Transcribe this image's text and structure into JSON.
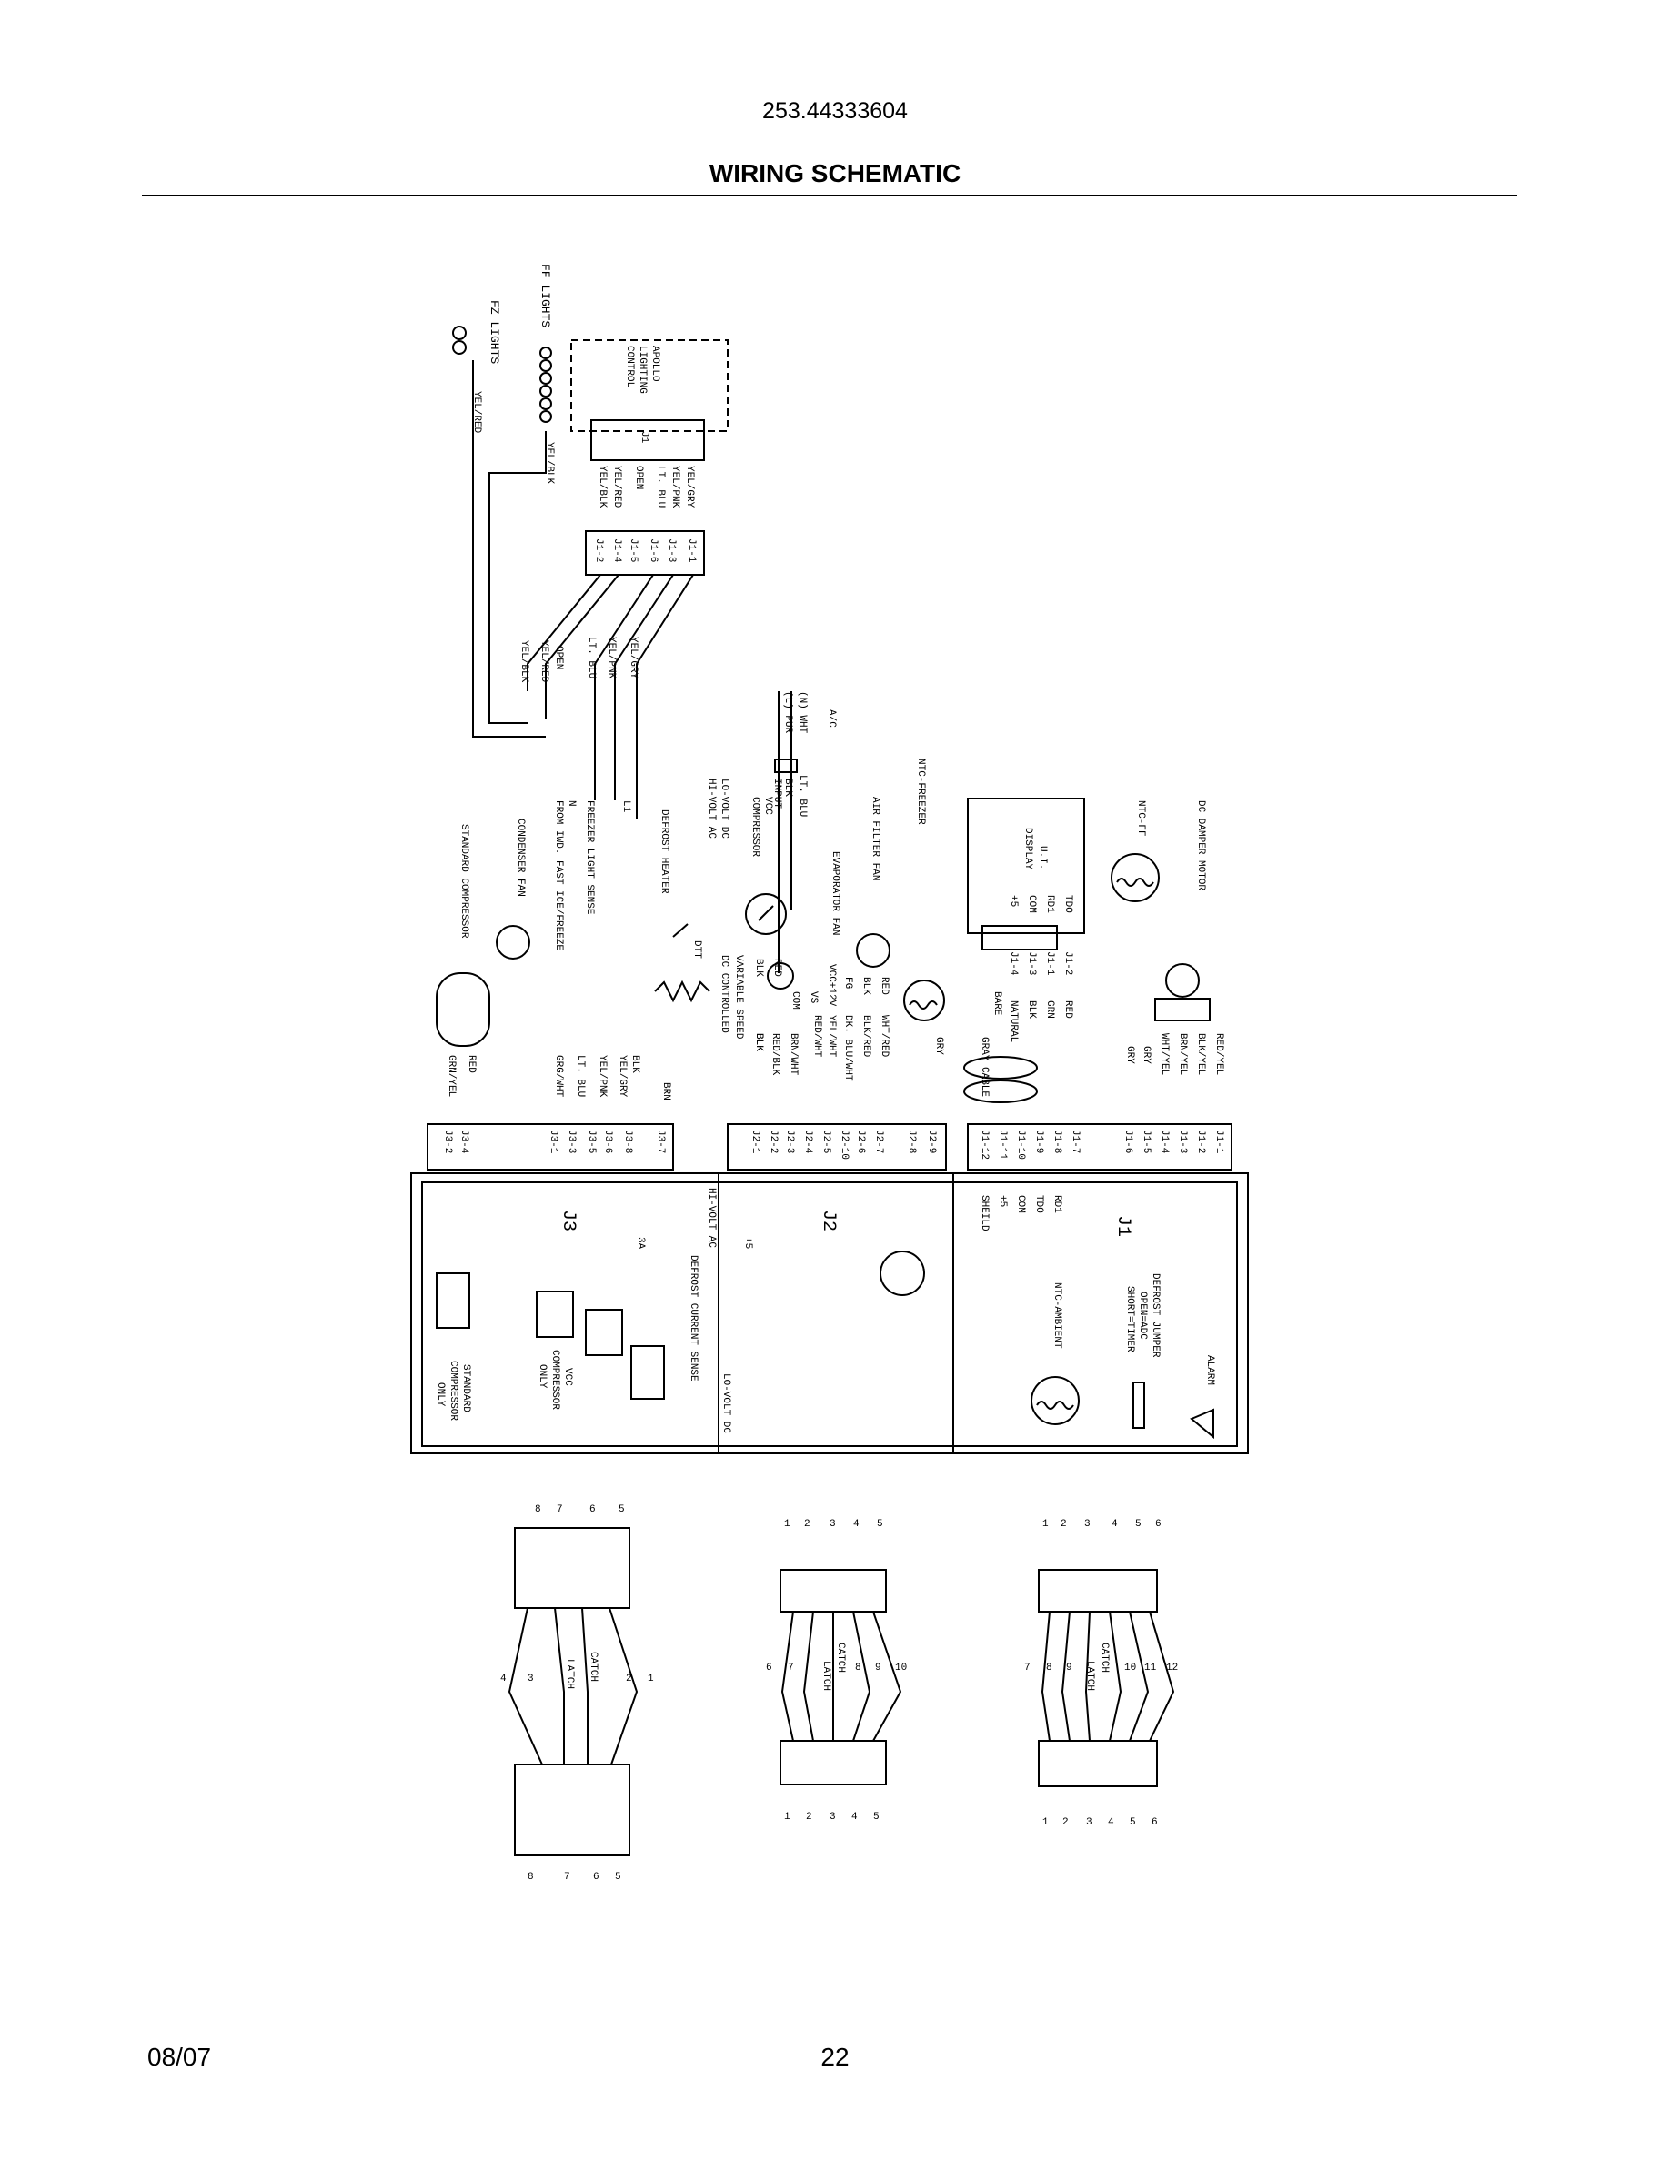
{
  "header": {
    "model_number": "253.44333604",
    "title": "WIRING SCHEMATIC"
  },
  "footer": {
    "date": "08/07",
    "page": "22"
  },
  "lights": {
    "ff": "FF LIGHTS",
    "fz": "FZ LIGHTS",
    "apollo": [
      "APOLLO",
      "LIGHTING",
      "CONTROL"
    ],
    "j1": "J1",
    "wires": [
      "YEL/GRY",
      "YEL/PNK",
      "LT. BLU",
      "OPEN",
      "YEL/RED",
      "YEL/BLK"
    ],
    "pins": [
      "J1-1",
      "J1-3",
      "J1-6",
      "J1-5",
      "J1-4",
      "J1-2"
    ],
    "fz_wire": "YEL/RED",
    "ff_wire": "YEL/BLK",
    "mid_wires": [
      "YEL/GRY",
      "YEL/PNK",
      "LT. BLU",
      "OPEN",
      "YEL/RED",
      "YEL/BLK"
    ]
  },
  "power": {
    "ac": "A/C",
    "n": "(N) WHT",
    "l": "(L) PUR",
    "ltblu": "LT. BLU",
    "blk_input": [
      "BLK",
      "INPUT"
    ],
    "lo_volt": "LO-VOLT DC",
    "hi_volt": "HI-VOLT AC"
  },
  "components": {
    "ntc_freezer": "NTC-FREEZER",
    "air_filter_fan": "AIR FILTER FAN",
    "evaporator_fan": "EVAPORATOR FAN",
    "vcc_compressor": [
      "VCC",
      "COMPRESSOR"
    ],
    "defrost_heater": "DEFROST HEATER",
    "dtt": "DTT",
    "l1": "L1",
    "freezer_light_sense": "FREEZER LIGHT SENSE",
    "n": "N",
    "from_iwd": "FROM IWD. FAST ICE/FREEZE",
    "condenser_fan": "CONDENSER FAN",
    "standard_compressor": "STANDARD COMPRESSOR",
    "variable_speed": "VARIABLE SPEED",
    "dc_controlled": "DC CONTROLLED",
    "ui_display": [
      "U.I.",
      "DISPLAY"
    ],
    "ui_pins": [
      "TDO",
      "RD1",
      "COM",
      "+5"
    ],
    "ui_j": [
      "J1-2",
      "J1-1",
      "J1-3",
      "J1-4"
    ],
    "ui_wires": [
      "RED",
      "GRN",
      "BLK",
      "NATURAL"
    ],
    "bare": "BARE",
    "gray_cable": "GRAY CABLE",
    "ntc_ff": "NTC-FF",
    "dc_damper_motor": "DC DAMPER MOTOR"
  },
  "j3_wires": [
    "BRN",
    "BLK",
    "YEL/GRY",
    "YEL/PNK",
    "LT. BLU",
    "GRG/WHT",
    "RED",
    "GRN/YEL"
  ],
  "j3_pins": [
    "J3-7",
    "J3-8",
    "J3-6",
    "J3-5",
    "J3-3",
    "J3-1",
    "J3-4",
    "J3-2"
  ],
  "j2_wires": [
    "GRY",
    "WHT/RED",
    "BLK/RED",
    "DK. BLU/WHT",
    "YEL/WHT",
    "RED/WHT",
    "BRN/WHT",
    "RED/BLK",
    "BLK"
  ],
  "j2_pins": [
    "J2-9",
    "J2-8",
    "J2-7",
    "J2-6",
    "J2-10",
    "J2-5",
    "J2-4",
    "J2-3",
    "J2-2",
    "J2-1"
  ],
  "evap_labels": [
    "RED",
    "BLK",
    "FG",
    "VCC+12V",
    "VS",
    "COM"
  ],
  "comp_labels": [
    "RED",
    "BLK",
    "BLK"
  ],
  "j1_pins_left": [
    "J1-7",
    "J1-8",
    "J1-9",
    "J1-10",
    "J1-11",
    "J1-12"
  ],
  "j1_pins_right": [
    "J1-1",
    "J1-2",
    "J1-3",
    "J1-4",
    "J1-5",
    "J1-6"
  ],
  "damper_wires": [
    "RED/YEL",
    "BLK/YEL",
    "BRN/YEL",
    "WHT/YEL",
    "GRY",
    "GRY"
  ],
  "board": {
    "j3": "J3",
    "j2": "J2",
    "j1": "J1",
    "fuse": "3A",
    "defrost_current_sense": "DEFROST CURRENT SENSE",
    "hi_volt_ac": "HI-VOLT AC",
    "lo_volt_dc": "LO-VOLT DC",
    "vcc_only": [
      "VCC",
      "COMPRESSOR",
      "ONLY"
    ],
    "std_only": [
      "STANDARD",
      "COMPRESSOR",
      "ONLY"
    ],
    "plus5": "+5",
    "j1_side": [
      "RD1",
      "TDO",
      "COM",
      "+5",
      "SHEILD"
    ],
    "ntc_ambient": "NTC-AMBIENT",
    "defrost_jumper": [
      "DEFROST JUMPER",
      "OPEN=ADC",
      "SHORT=TIMER"
    ],
    "alarm": "ALARM"
  },
  "connectors": {
    "catch": "CATCH",
    "latch": "LATCH",
    "c8_top": [
      "8",
      "7",
      "6",
      "5"
    ],
    "c8_side": [
      "4",
      "3",
      "2",
      "1"
    ],
    "c8_bottom": [
      "8",
      "7",
      "6",
      "5"
    ],
    "c10_top": [
      "1",
      "2",
      "3",
      "4",
      "5"
    ],
    "c10_mid": [
      "6",
      "7",
      "8",
      "9",
      "10"
    ],
    "c10_bottom": [
      "1",
      "2",
      "3",
      "4",
      "5"
    ],
    "c12_top": [
      "1",
      "2",
      "3",
      "4",
      "5",
      "6"
    ],
    "c12_mid": [
      "7",
      "8",
      "9",
      "10",
      "11",
      "12"
    ],
    "c12_bottom": [
      "1",
      "2",
      "3",
      "4",
      "5",
      "6"
    ]
  }
}
